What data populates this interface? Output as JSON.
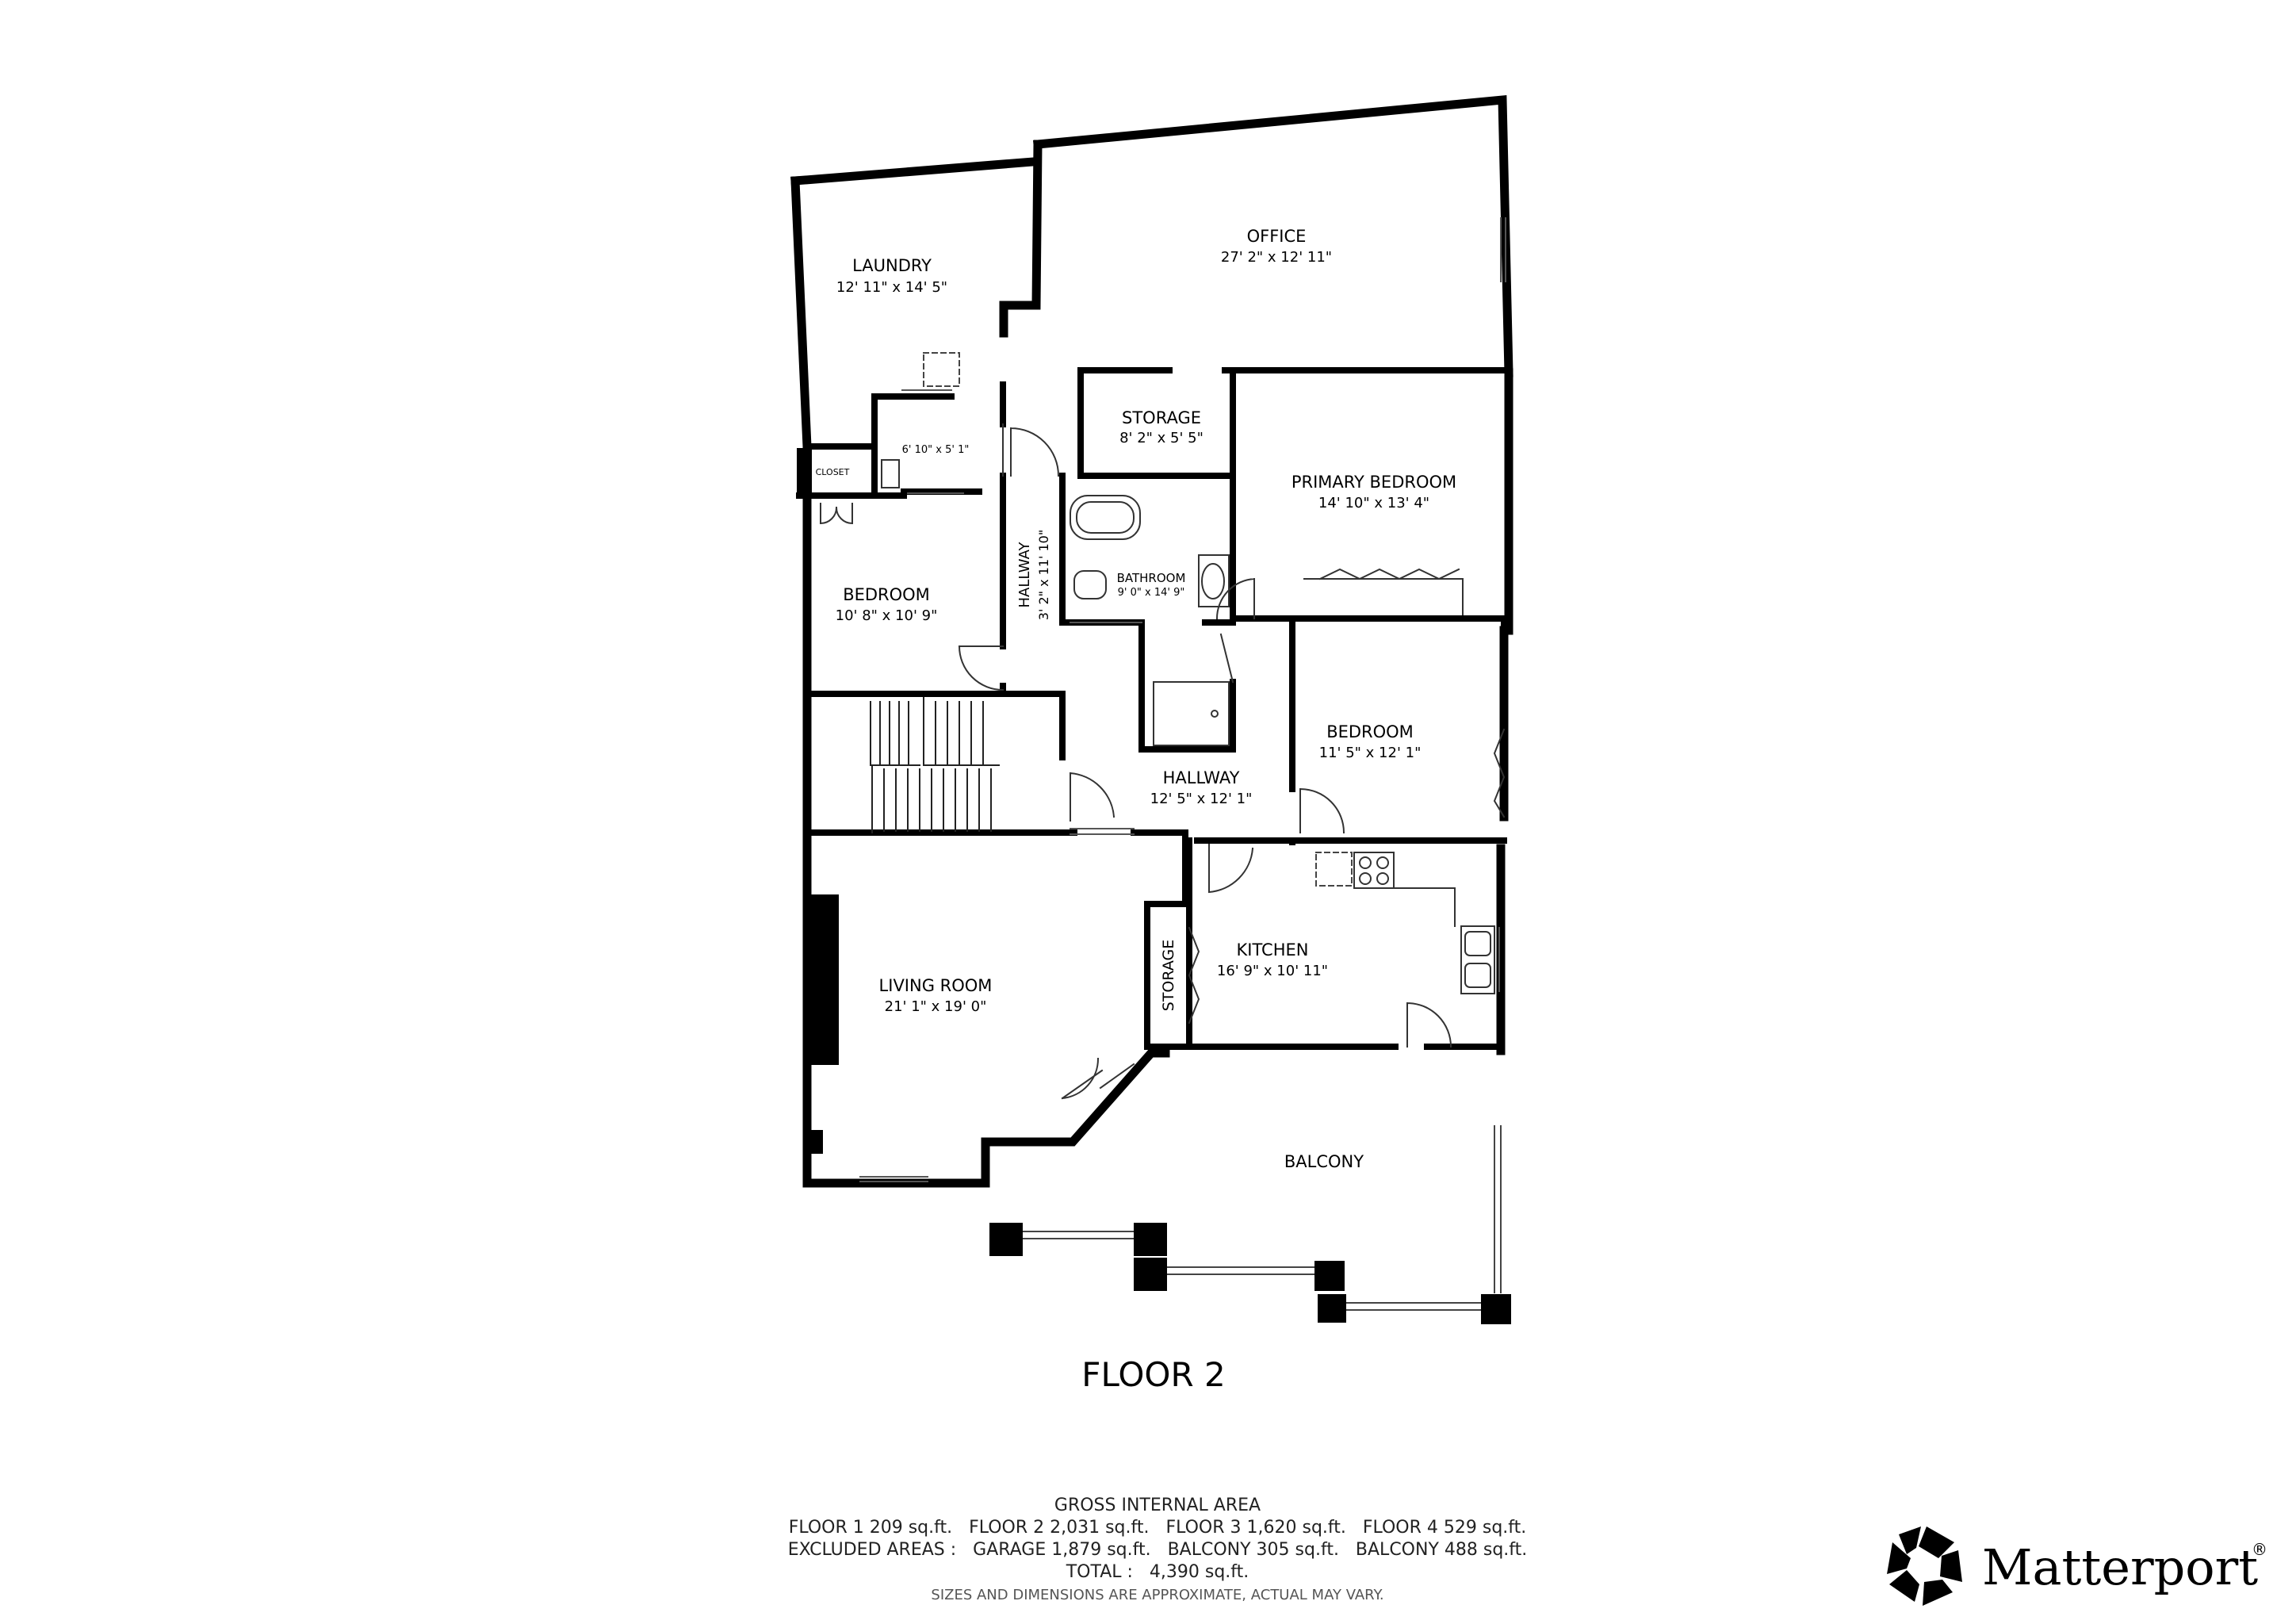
{
  "floor_title": "FLOOR 2",
  "rooms": {
    "laundry": {
      "name": "LAUNDRY",
      "dims": "12' 11\" x 14' 5\""
    },
    "office": {
      "name": "OFFICE",
      "dims": "27' 2\" x 12' 11\""
    },
    "storage_top": {
      "name": "STORAGE",
      "dims": "8' 2\" x 5' 5\""
    },
    "primary_bedroom": {
      "name": "PRIMARY BEDROOM",
      "dims": "14' 10\" x 13' 4\""
    },
    "small_room": {
      "dims": "6' 10\" x 5' 1\""
    },
    "closet": {
      "name": "CLOSET"
    },
    "bathroom": {
      "name": "BATHROOM",
      "dims": "9' 0\" x 14' 9\""
    },
    "hallway_vertical": {
      "name": "HALLWAY",
      "dims": "3' 2\" x 11' 10\""
    },
    "bedroom_left": {
      "name": "BEDROOM",
      "dims": "10' 8\" x 10' 9\""
    },
    "bedroom_right": {
      "name": "BEDROOM",
      "dims": "11' 5\" x 12' 1\""
    },
    "hallway_main": {
      "name": "HALLWAY",
      "dims": "12' 5\" x 12' 1\""
    },
    "storage_side": {
      "name": "STORAGE"
    },
    "kitchen": {
      "name": "KITCHEN",
      "dims": "16' 9\" x 10' 11\""
    },
    "living_room": {
      "name": "LIVING ROOM",
      "dims": "21' 1\" x 19' 0\""
    },
    "balcony": {
      "name": "BALCONY"
    }
  },
  "area_summary": {
    "heading": "GROSS INTERNAL AREA",
    "line1": "FLOOR 1 209 sq.ft.   FLOOR 2 2,031 sq.ft.   FLOOR 3 1,620 sq.ft.   FLOOR 4 529 sq.ft.",
    "line2": "EXCLUDED AREAS :   GARAGE 1,879 sq.ft.   BALCONY 305 sq.ft.   BALCONY 488 sq.ft.",
    "line3": "TOTAL :   4,390 sq.ft.",
    "disclaimer": "SIZES AND DIMENSIONS ARE APPROXIMATE, ACTUAL MAY VARY."
  },
  "brand": {
    "name": "Matterport",
    "mark": "®",
    "logo_icon": "matterport-logo-icon"
  }
}
